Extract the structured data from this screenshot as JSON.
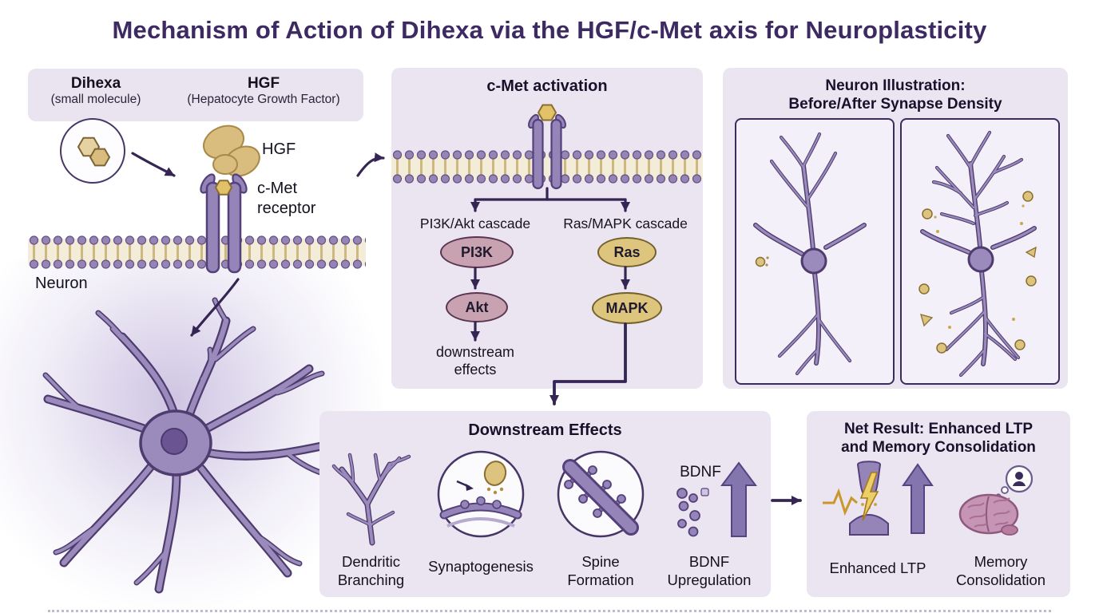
{
  "title": "Mechanism of Action of Dihexa via the HGF/c-Met axis for Neuroplasticity",
  "left_panel": {
    "dihexa_label": "Dihexa",
    "dihexa_sublabel": "(small molecule)",
    "hgf_label": "HGF",
    "hgf_sublabel": "(Hepatocyte Growth Factor)",
    "hgf_ligand": "HGF",
    "receptor_line1": "c-Met",
    "receptor_line2": "receptor",
    "neuron_label": "Neuron"
  },
  "cmet_panel": {
    "title": "c-Met activation",
    "pi3k_cascade": "PI3K/Akt cascade",
    "ras_cascade": "Ras/MAPK cascade",
    "node_pi3k": "PI3K",
    "node_akt": "Akt",
    "node_ras": "Ras",
    "node_mapk": "MAPK",
    "downstream_line1": "downstream",
    "downstream_line2": "effects"
  },
  "neuron_panel": {
    "title_line1": "Neuron Illustration:",
    "title_line2": "Before/After Synapse Density"
  },
  "downstream_panel": {
    "title": "Downstream Effects",
    "bdnf_molecule_label": "BDNF",
    "item1_line1": "Dendritic",
    "item1_line2": "Branching",
    "item2": "Synaptogenesis",
    "item3_line1": "Spine",
    "item3_line2": "Formation",
    "item4_line1": "BDNF",
    "item4_line2": "Upregulation"
  },
  "result_panel": {
    "title_line1": "Net Result: Enhanced LTP",
    "title_line2": "and Memory Consolidation",
    "item1": "Enhanced LTP",
    "item2_line1": "Memory",
    "item2_line2": "Consolidation"
  },
  "icons": {
    "dihexa_molecule": "hexagon-molecule",
    "hgf_ligand": "tan-protein-blob",
    "cmet_receptor": "membrane-receptor",
    "bdnf_arrow": "up-arrow",
    "ltp_arrow": "up-arrow",
    "ltp_bolt": "lightning-bolt",
    "memory_icon": "brain-with-thought-bubble"
  },
  "colors": {
    "title_purple": "#3d2a63",
    "panel_bg": "#eae5f1",
    "membrane_tan": "#cdb97f",
    "receptor_purple": "#9484b8",
    "node_pink": "#c9a2b2",
    "node_tan": "#ddc57d",
    "arrow_dark": "#352554"
  }
}
